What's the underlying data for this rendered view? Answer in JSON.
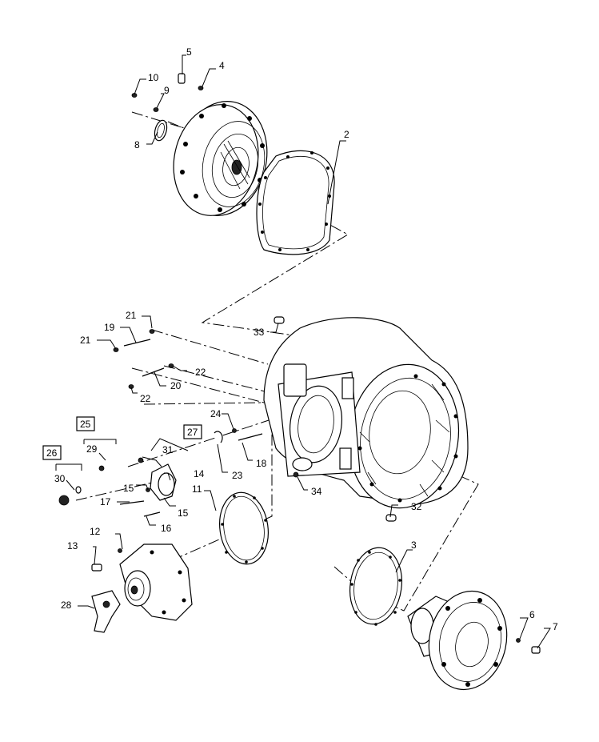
{
  "callouts": {
    "c2": "2",
    "c3": "3",
    "c4": "4",
    "c5": "5",
    "c6": "6",
    "c7": "7",
    "c8": "8",
    "c9": "9",
    "c10": "10",
    "c11": "11",
    "c12": "12",
    "c13": "13",
    "c14": "14",
    "c15a": "15",
    "c15b": "15",
    "c16": "16",
    "c17": "17",
    "c18": "18",
    "c19": "19",
    "c20": "20",
    "c21a": "21",
    "c21b": "21",
    "c22a": "22",
    "c22b": "22",
    "c23": "23",
    "c24": "24",
    "c25": "25",
    "c26": "26",
    "c27": "27",
    "c28": "28",
    "c29": "29",
    "c30": "30",
    "c31": "31",
    "c32": "32",
    "c33": "33",
    "c34": "34"
  }
}
